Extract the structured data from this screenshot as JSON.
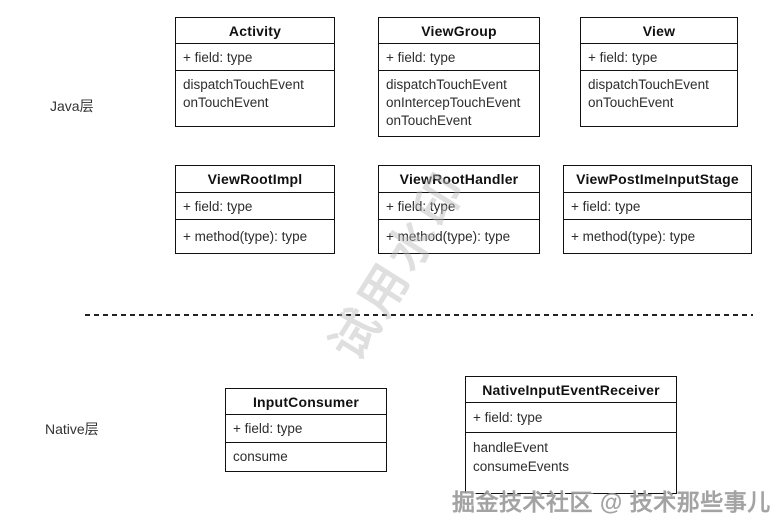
{
  "layers": {
    "java": {
      "label": "Java层"
    },
    "native": {
      "label": "Native层"
    }
  },
  "classes": [
    {
      "name": "Activity",
      "field": "+ field: type",
      "methods": [
        "dispatchTouchEvent",
        "onTouchEvent"
      ]
    },
    {
      "name": "ViewGroup",
      "field": "+ field: type",
      "methods": [
        "dispatchTouchEvent",
        "onIntercepTouchEvent",
        "onTouchEvent"
      ]
    },
    {
      "name": "View",
      "field": "+ field: type",
      "methods": [
        "dispatchTouchEvent",
        "onTouchEvent"
      ]
    },
    {
      "name": "ViewRootImpl",
      "field": "+ field: type",
      "methods": [
        "+ method(type): type"
      ]
    },
    {
      "name": "ViewRootHandler",
      "field": "+ field: type",
      "methods": [
        "+ method(type): type"
      ]
    },
    {
      "name": "ViewPostImeInputStage",
      "field": "+ field: type",
      "methods": [
        "+ method(type): type"
      ]
    },
    {
      "name": "InputConsumer",
      "field": "+ field: type",
      "methods": [
        "consume"
      ]
    },
    {
      "name": "NativeInputEventReceiver",
      "field": "+ field: type",
      "methods": [
        "handleEvent",
        "consumeEvents"
      ]
    }
  ],
  "watermarks": {
    "diagonal": "试用水印",
    "footer": "掘金技术社区 @ 技术那些事儿"
  },
  "colors": {
    "border": "#111111",
    "text": "#2d2d2d",
    "diagonal_watermark": "#b9b9b9",
    "footer_watermark": "#969696",
    "background": "#ffffff"
  }
}
